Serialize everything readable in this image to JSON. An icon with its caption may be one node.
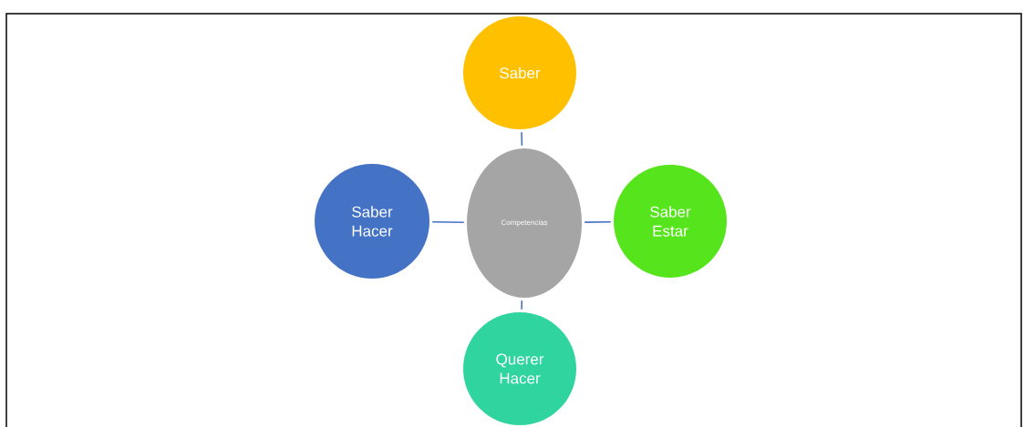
{
  "diagram": {
    "nodes": [
      {
        "text": [
          "Saber"
        ]
      },
      {
        "text": [
          "Saber Hacer"
        ]
      },
      {
        "text": [
          "Competencias"
        ]
      },
      {
        "text": [
          "Saber Estar"
        ]
      },
      {
        "text": [
          "Querer Hacer"
        ]
      }
    ],
    "edges": [
      {
        "from": 2,
        "to": 0,
        "arrow": "none"
      },
      {
        "from": 2,
        "to": 1,
        "arrow": "none"
      },
      {
        "from": 2,
        "to": 3,
        "arrow": "none"
      },
      {
        "from": 2,
        "to": 4,
        "arrow": "none"
      }
    ]
  }
}
